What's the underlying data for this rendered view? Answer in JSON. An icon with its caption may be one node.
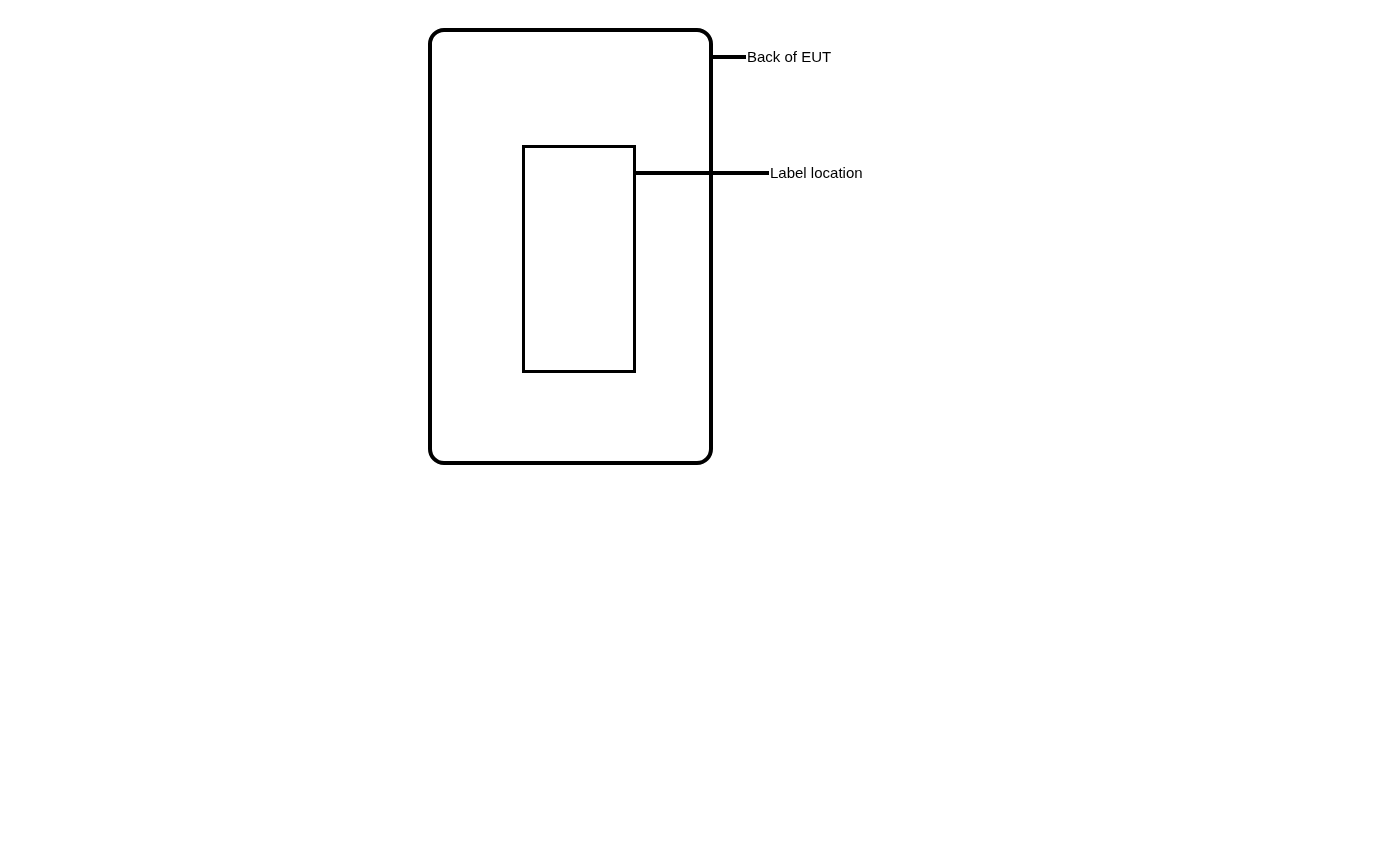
{
  "diagram": {
    "nodes": [
      {
        "text": [],
        "shape": "box"
      },
      {
        "text": [],
        "shape": "box",
        "in": 0
      },
      {
        "text": [
          "Back of EUT"
        ]
      },
      {
        "text": [
          "Label location"
        ]
      }
    ],
    "edges": [
      {
        "from": 2,
        "to": 0,
        "arrow": "none"
      },
      {
        "from": 3,
        "to": 1,
        "arrow": "none"
      }
    ]
  }
}
